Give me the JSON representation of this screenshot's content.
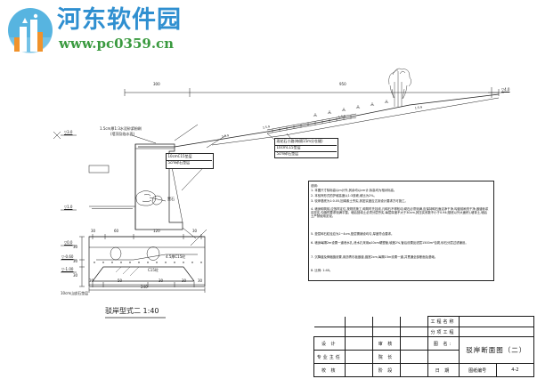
{
  "watermark": {
    "site_name": "河东软件园",
    "url": "www.pc0359.cn",
    "brand_blue": "#2f8fd0",
    "brand_green": "#3a9a3f",
    "brand_orange": "#f0922b"
  },
  "drawing": {
    "sheet_background": "#ffffff",
    "line_color": "#1d1d1a",
    "detail_caption": "驳岸型式二 1:40",
    "top_dimensions": [
      {
        "label": "300"
      },
      {
        "label": "950"
      }
    ],
    "slope_labels": [
      {
        "label": "1:5.9"
      },
      {
        "label": "1:5.9"
      },
      {
        "label": "1:5.9"
      },
      {
        "label": "1:5.9"
      }
    ],
    "elevations_left": [
      {
        "label": "▽3.0"
      },
      {
        "label": "▽1.0"
      },
      {
        "label": "▽0.0"
      },
      {
        "label": "▽-0.60"
      },
      {
        "label": "▽-1.00"
      }
    ],
    "elevations_right": [
      {
        "label": "▽4.0"
      }
    ],
    "callout_left": {
      "line1": "1.5cm厚1:3水泥砂浆粉刷",
      "line2": "(墙顶及临水面)"
    },
    "callout_left_box": [
      {
        "label": "10cmC15垫层"
      },
      {
        "label": "5cm碎石垫层"
      }
    ],
    "callout_right_box": [
      {
        "label": "雨花石小路(每隔15m分仓缝)"
      },
      {
        "label": "10cmC15垫层"
      },
      {
        "label": "5cm碎石垫层"
      }
    ],
    "callout_stone": "置石",
    "callout_bottom": "10cm山皮石垫层",
    "detail_inner_labels": [
      {
        "label": "4.5厚C15砼"
      },
      {
        "label": "C15砼"
      }
    ],
    "detail_dims_top": [
      "30",
      "60",
      "120",
      "30"
    ],
    "detail_dims_bottom": [
      "30",
      "50",
      "30",
      "30",
      "30"
    ],
    "detail_dim_total": "240",
    "section_dims_left": [
      "30",
      "30",
      "30"
    ]
  },
  "notes": {
    "heading": "说明:",
    "items": [
      "1. 本图尺寸除标高以m计外,其余均以cm计,标高均为相对标高。",
      "2. 本驳岸形式的护坡高度以1:3放坡,坡比为2%。",
      "3. 驳岸基底为1:0.05,回填素土夯实,其密实度应达到设计要求方可施工。",
      "4. 墙身砌筑前,应放样定位,按规范施工,砌筑时先挂线,凡砌石不得松动,砌石必须饱满,应保持砌石面洁净干净,勾缝前刷洗干净,嵌缝砂浆应密实,勾缝时要求饱满平整。墙后回填土必须分层夯实,每层厚度不大于30cm,其压实系数不小于0.94(基底以外大面积),墙背土,墙后土严禁使用淤泥。",
      "5. 垫层碎石粒径应为2~4cm,垫层需铺设均匀,厚度符合要求。",
      "6. 墙身每隔2m设置一道泄水孔,泄水孔采用φ10cm硬塑管,坡度2%,管后设置反滤层1500m³包裹,砂石分层过滤铺设。",
      "7. 沉降缝及伸缩缝设置,用沥青杉板嵌缝,缝宽2cm,每隔15m设置一道,并贯通全部断面及基础。",
      "8. 比例: 1:40。"
    ]
  },
  "title_block": {
    "rows": [
      {
        "c1": "设  计",
        "c2": "",
        "c3": "审  核",
        "c4": "",
        "label": "工程名称",
        "value": ""
      },
      {
        "c1": "专业主任",
        "c2": "",
        "c3": "院  长",
        "c4": "",
        "label": "分项工程",
        "value": ""
      },
      {
        "c1": "校  核",
        "c2": "",
        "c3": "阶  段",
        "c4": "",
        "label": "图  名:",
        "value": "驳岸断面图（二）"
      }
    ],
    "project_name_label": "工程名称",
    "sub_project_label": "分项工程",
    "drawing_name_label": "图  名:",
    "drawing_name_value": "驳岸断面图（二）",
    "date_label": "日  期",
    "date_value": "",
    "sheet_no_label": "图纸编号",
    "sheet_no_value": "4-2",
    "designer_label": "设  计",
    "reviewer_label": "审  核",
    "chief_label": "专业主任",
    "director_label": "院  长",
    "checker_label": "校  核",
    "stage_label": "阶  段"
  }
}
